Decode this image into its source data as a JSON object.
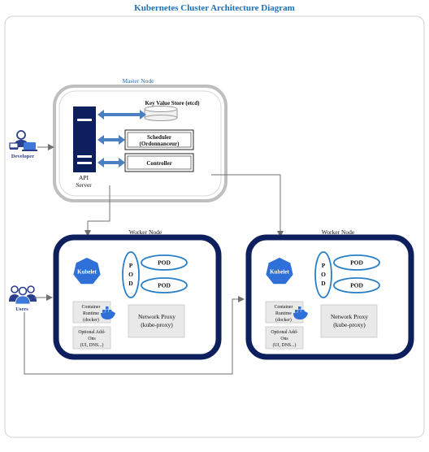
{
  "title": "Kubernetes Cluster Architecture Diagram",
  "colors": {
    "title": "#1f6fb5",
    "navy": "#0d1f5c",
    "blue": "#2f6fd8",
    "pod_border": "#2a7fc6",
    "master_border": "#bfbfbf",
    "line": "#707070",
    "arrow": "#4a7fc1",
    "grey_box": "#e9e9e9"
  },
  "master": {
    "label": "Master Node",
    "etcd": "Key Value Store (etcd)",
    "scheduler_line1": "Scheduler",
    "scheduler_line2": "(Ordonnanceur)",
    "controller": "Controller",
    "api_line1": "API",
    "api_line2": "Server"
  },
  "actors": {
    "developer": {
      "label": "Developer",
      "icon": "developer-laptop-icon"
    },
    "users": {
      "label": "Users",
      "icon": "users-group-icon"
    }
  },
  "workers": [
    {
      "label": "Worker Node",
      "kubelet": "Kubelet",
      "pod_group": "POD",
      "pods": [
        "POD",
        "POD"
      ],
      "runtime": [
        "Container",
        "Runtime",
        "(docker)"
      ],
      "proxy": [
        "Network Proxy",
        "(kube-proxy)"
      ],
      "addons": [
        "Optional Add-",
        "Ons",
        "(UI, DNS...)"
      ]
    },
    {
      "label": "Worker Node",
      "kubelet": "Kubelet",
      "pod_group": "POD",
      "pods": [
        "POD",
        "POD"
      ],
      "runtime": [
        "Container",
        "Runtime",
        "(docker)"
      ],
      "proxy": [
        "Network Proxy",
        "(kube-proxy)"
      ],
      "addons": [
        "Optional Add-",
        "Ons",
        "(UI, DNS...)"
      ]
    }
  ]
}
